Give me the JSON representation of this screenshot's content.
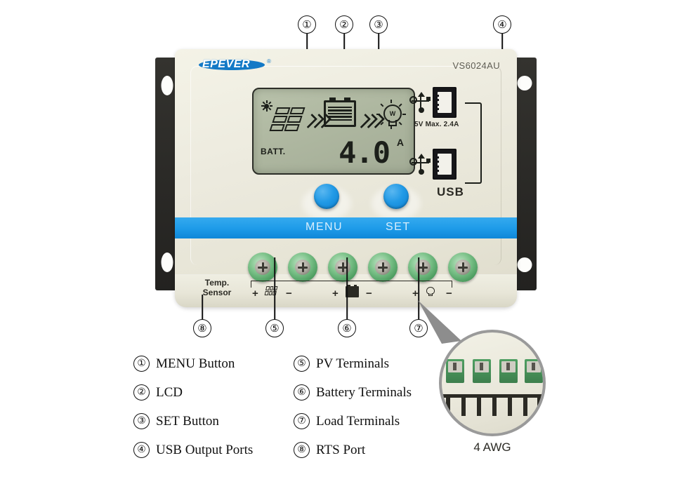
{
  "product": {
    "brand": "EPEVER",
    "brand_registered": "®",
    "model": "VS6024AU",
    "brand_color": "#1379c6"
  },
  "lcd": {
    "batt_label": "BATT.",
    "current_value": "4.0",
    "current_unit": "A",
    "bulb_letter": "W",
    "icons": [
      "sun-solar-panel-icon",
      "chevron-flow-icon",
      "battery-icon",
      "chevron-flow-icon",
      "light-bulb-icon"
    ]
  },
  "usb": {
    "spec_label": "5V   Max. 2.4A",
    "group_label": "USB",
    "port_count": 2
  },
  "buttons": {
    "menu_label": "MENU",
    "set_label": "SET",
    "bar_color": "#1d9ae8"
  },
  "terminals": {
    "temp_sensor_label": "Temp. Sensor",
    "temp_sensor_line1": "Temp.",
    "temp_sensor_line2": "Sensor",
    "marks": [
      "+",
      "pv-panel-icon",
      "−",
      "+",
      "battery-icon",
      "−",
      "+",
      "light-bulb-icon",
      "−"
    ],
    "count": 6
  },
  "magnifier": {
    "label": "4 AWG",
    "terminal_count": 4
  },
  "callouts_top": [
    {
      "num": "①",
      "name": "menu-button"
    },
    {
      "num": "②",
      "name": "lcd"
    },
    {
      "num": "③",
      "name": "set-button"
    },
    {
      "num": "④",
      "name": "usb-output-ports"
    }
  ],
  "callouts_bottom": [
    {
      "num": "⑧",
      "name": "rts-port"
    },
    {
      "num": "⑤",
      "name": "pv-terminals"
    },
    {
      "num": "⑥",
      "name": "battery-terminals"
    },
    {
      "num": "⑦",
      "name": "load-terminals"
    }
  ],
  "legend": {
    "column_left": [
      {
        "num": "①",
        "text": "MENU Button"
      },
      {
        "num": "②",
        "text": "LCD"
      },
      {
        "num": "③",
        "text": "SET Button"
      },
      {
        "num": "④",
        "text": "USB Output Ports"
      }
    ],
    "column_right": [
      {
        "num": "⑤",
        "text": "PV Terminals"
      },
      {
        "num": "⑥",
        "text": "Battery Terminals"
      },
      {
        "num": "⑦",
        "text": "Load Terminals"
      },
      {
        "num": "⑧",
        "text": "RTS Port"
      }
    ]
  }
}
